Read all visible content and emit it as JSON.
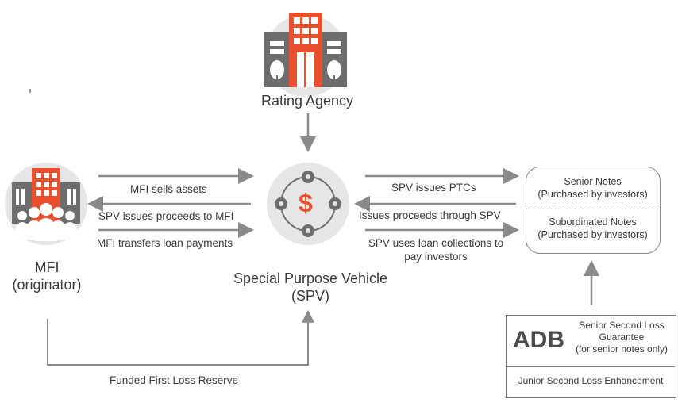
{
  "entities": {
    "rating_agency": "Rating Agency",
    "mfi_name": "MFI",
    "mfi_role": "(originator)",
    "spv_name": "Special Purpose Vehicle",
    "spv_abbr": "(SPV)",
    "spv_symbol": "$"
  },
  "flows_mfi_spv": {
    "sells_assets": "MFI sells assets",
    "issues_proceeds": "SPV issues proceeds to MFI",
    "transfers_payments": "MFI transfers loan payments"
  },
  "flows_spv_notes": {
    "issues_ptcs": "SPV issues PTCs",
    "issues_proceeds": "Issues proceeds through SPV",
    "uses_collections_line1": "SPV uses loan collections to",
    "uses_collections_line2": "pay investors"
  },
  "notes_box": {
    "senior_title": "Senior Notes",
    "senior_sub": "(Purchased by investors)",
    "subordinated_title": "Subordinated Notes",
    "subordinated_sub": "(Purchased by investors)"
  },
  "adb_box": {
    "logo": "ADB",
    "senior_line1": "Senior Second Loss",
    "senior_line2": "Guarantee",
    "senior_line3": "(for senior notes only)",
    "junior": "Junior Second Loss Enhancement"
  },
  "reserve_label": "Funded First Loss Reserve",
  "colors": {
    "accent": "#e8502e",
    "gray": "#8a8a8a",
    "light_circle": "#e6e6e6",
    "text": "#3a3a3a"
  }
}
